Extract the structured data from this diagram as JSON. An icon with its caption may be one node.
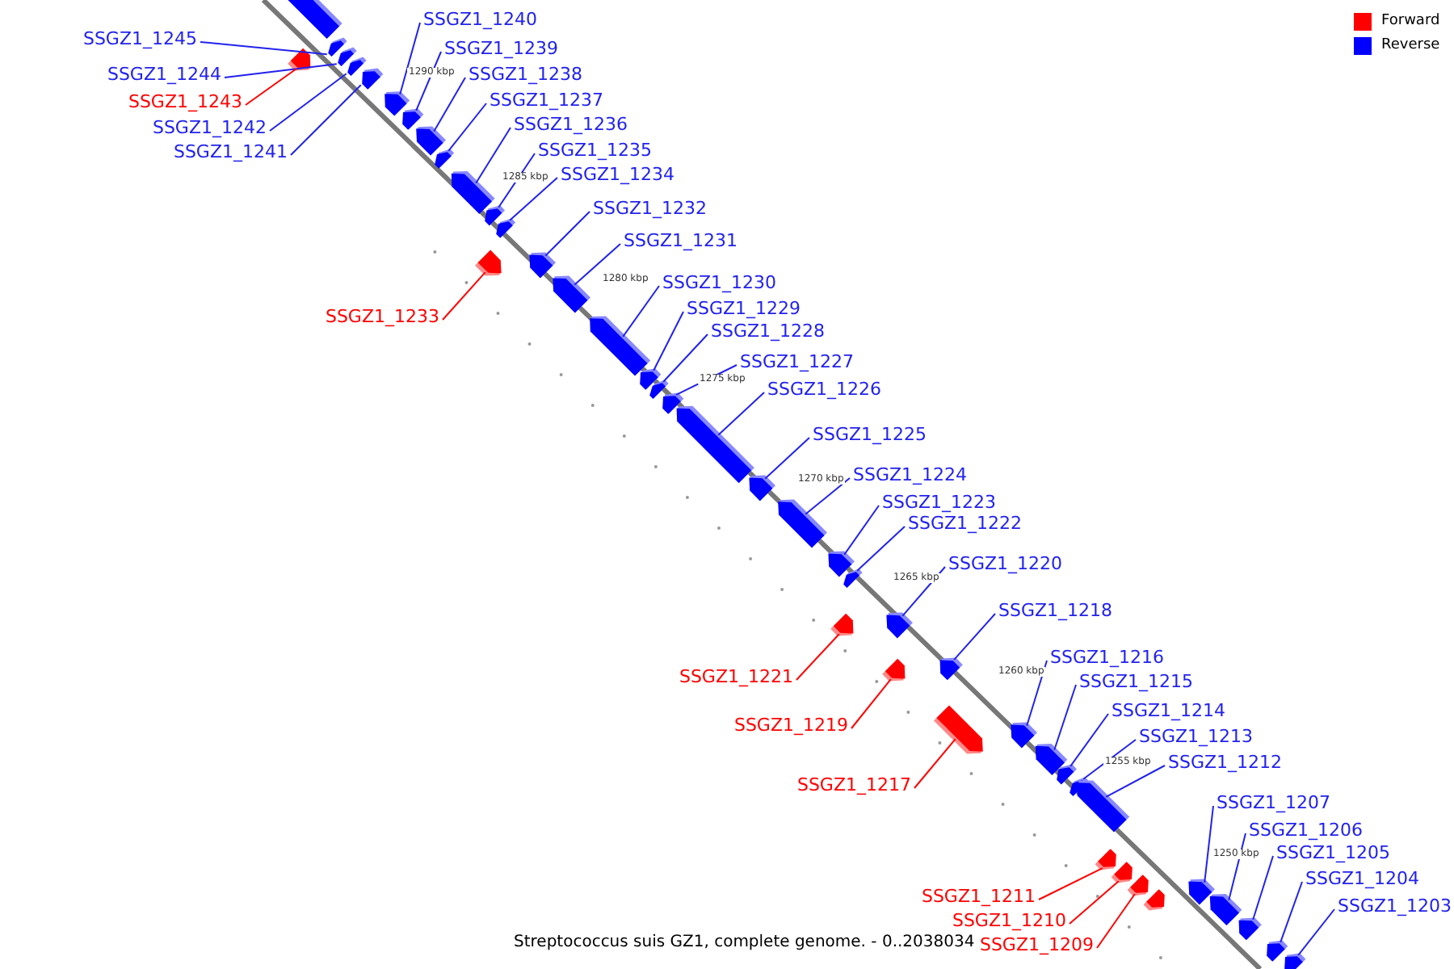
{
  "diagram": {
    "caption": "Streptococcus suis GZ1, complete genome. - 0..2038034",
    "nodes": [
      {
        "text": [
          "SSGZ1_1240"
        ]
      },
      {
        "text": [
          "SSGZ1_1245"
        ]
      },
      {
        "text": [
          "SSGZ1_1239"
        ]
      },
      {
        "text": [
          "SSGZ1_1244"
        ]
      },
      {
        "text": [
          "SSGZ1_1238"
        ]
      },
      {
        "text": [
          "SSGZ1_1237"
        ]
      },
      {
        "text": [
          "SSGZ1_1243"
        ]
      },
      {
        "text": [
          "SSGZ1_1236"
        ]
      },
      {
        "text": [
          "SSGZ1_1242"
        ]
      },
      {
        "text": [
          "SSGZ1_1235"
        ]
      },
      {
        "text": [
          "SSGZ1_1241"
        ]
      },
      {
        "text": [
          "SSGZ1_1234"
        ]
      },
      {
        "text": [
          "SSGZ1_1232"
        ]
      },
      {
        "text": [
          "SSGZ1_1231"
        ]
      },
      {
        "text": [
          "SSGZ1_1230"
        ]
      },
      {
        "text": [
          "SSGZ1_1229"
        ]
      },
      {
        "text": [
          "SSGZ1_1233"
        ]
      },
      {
        "text": [
          "SSGZ1_1228"
        ]
      },
      {
        "text": [
          "SSGZ1_1227"
        ]
      },
      {
        "text": [
          "SSGZ1_1226"
        ]
      },
      {
        "text": [
          "SSGZ1_1225"
        ]
      },
      {
        "text": [
          "SSGZ1_1224"
        ]
      },
      {
        "text": [
          "SSGZ1_1223"
        ]
      },
      {
        "text": [
          "SSGZ1_1222"
        ]
      },
      {
        "text": [
          "SSGZ1_1220"
        ]
      },
      {
        "text": [
          "SSGZ1_1218"
        ]
      },
      {
        "text": [
          "SSGZ1_1216"
        ]
      },
      {
        "text": [
          "SSGZ1_1221"
        ]
      },
      {
        "text": [
          "SSGZ1_1215"
        ]
      },
      {
        "text": [
          "SSGZ1_1214"
        ]
      },
      {
        "text": [
          "SSGZ1_1219"
        ]
      },
      {
        "text": [
          "SSGZ1_1213"
        ]
      },
      {
        "text": [
          "SSGZ1_1212"
        ]
      },
      {
        "text": [
          "SSGZ1_1217"
        ]
      },
      {
        "text": [
          "SSGZ1_1207"
        ]
      },
      {
        "text": [
          "SSGZ1_1206"
        ]
      },
      {
        "text": [
          "SSGZ1_1205"
        ]
      },
      {
        "text": [
          "SSGZ1_1204"
        ]
      },
      {
        "text": [
          "SSGZ1_1211"
        ]
      },
      {
        "text": [
          "SSGZ1_1203"
        ]
      },
      {
        "text": [
          "SSGZ1_1210"
        ]
      },
      {
        "text": [
          "SSGZ1_1209"
        ]
      },
      {
        "text": [],
        "shape": "arrow"
      },
      {
        "text": [],
        "shape": "arrow"
      },
      {
        "text": [],
        "shape": "arrow"
      },
      {
        "text": [],
        "shape": "arrow"
      },
      {
        "text": [],
        "shape": "arrow"
      },
      {
        "text": [],
        "shape": "arrow"
      },
      {
        "text": [],
        "shape": "arrow"
      },
      {
        "text": [],
        "shape": "arrow"
      },
      {
        "text": [],
        "shape": "arrow"
      },
      {
        "text": [],
        "shape": "arrow"
      },
      {
        "text": [],
        "shape": "arrow"
      },
      {
        "text": [],
        "shape": "arrow"
      },
      {
        "text": [],
        "shape": "arrow"
      },
      {
        "text": [],
        "shape": "arrow"
      },
      {
        "text": [],
        "shape": "arrow"
      },
      {
        "text": [],
        "shape": "arrow"
      },
      {
        "text": [],
        "shape": "arrow"
      },
      {
        "text": [],
        "shape": "arrow"
      },
      {
        "text": [],
        "shape": "arrow"
      },
      {
        "text": [],
        "shape": "arrow"
      },
      {
        "text": [],
        "shape": "arrow"
      },
      {
        "text": [],
        "shape": "arrow"
      },
      {
        "text": [],
        "shape": "arrow"
      },
      {
        "text": [],
        "shape": "arrow"
      },
      {
        "text": [],
        "shape": "arrow"
      },
      {
        "text": [],
        "shape": "arrow"
      },
      {
        "text": [],
        "shape": "arrow"
      },
      {
        "text": [],
        "shape": "arrow"
      },
      {
        "text": [],
        "shape": "arrow"
      },
      {
        "text": [],
        "shape": "arrow"
      },
      {
        "text": [],
        "shape": "arrow"
      },
      {
        "text": [],
        "shape": "arrow"
      },
      {
        "text": [],
        "shape": "arrow"
      },
      {
        "text": [],
        "shape": "arrow"
      },
      {
        "text": [],
        "shape": "arrow"
      },
      {
        "text": [],
        "shape": "arrow"
      },
      {
        "text": [],
        "shape": "arrow"
      },
      {
        "text": [],
        "shape": "arrow"
      },
      {
        "text": [],
        "shape": "arrow"
      },
      {
        "text": [],
        "shape": "arrow"
      },
      {
        "text": [],
        "shape": "arrow"
      },
      {
        "text": [],
        "shape": "arrow"
      },
      {
        "text": [],
        "shape": "arrow"
      },
      {
        "text": [],
        "shape": "arrow"
      }
    ],
    "edges": [
      {
        "from": 0,
        "to": 48,
        "arrow": "none"
      },
      {
        "from": 1,
        "to": 43,
        "arrow": "none"
      },
      {
        "from": 2,
        "to": 49,
        "arrow": "none"
      },
      {
        "from": 3,
        "to": 44,
        "arrow": "none"
      },
      {
        "from": 4,
        "to": 50,
        "arrow": "none"
      },
      {
        "from": 5,
        "to": 51,
        "arrow": "none"
      },
      {
        "from": 6,
        "to": 45,
        "arrow": "none",
        "color": "#ff0000"
      },
      {
        "from": 7,
        "to": 52,
        "arrow": "none"
      },
      {
        "from": 8,
        "to": 46,
        "arrow": "none"
      },
      {
        "from": 9,
        "to": 53,
        "arrow": "none"
      },
      {
        "from": 10,
        "to": 47,
        "arrow": "none"
      },
      {
        "from": 11,
        "to": 54,
        "arrow": "none"
      },
      {
        "from": 12,
        "to": 56,
        "arrow": "none"
      },
      {
        "from": 13,
        "to": 57,
        "arrow": "none"
      },
      {
        "from": 14,
        "to": 58,
        "arrow": "none"
      },
      {
        "from": 15,
        "to": 59,
        "arrow": "none"
      },
      {
        "from": 16,
        "to": 55,
        "arrow": "none",
        "color": "#ff0000"
      },
      {
        "from": 17,
        "to": 60,
        "arrow": "none"
      },
      {
        "from": 18,
        "to": 61,
        "arrow": "none"
      },
      {
        "from": 19,
        "to": 62,
        "arrow": "none"
      },
      {
        "from": 20,
        "to": 63,
        "arrow": "none"
      },
      {
        "from": 21,
        "to": 64,
        "arrow": "none"
      },
      {
        "from": 22,
        "to": 65,
        "arrow": "none"
      },
      {
        "from": 23,
        "to": 66,
        "arrow": "none"
      },
      {
        "from": 24,
        "to": 68,
        "arrow": "none"
      },
      {
        "from": 25,
        "to": 70,
        "arrow": "none"
      },
      {
        "from": 26,
        "to": 72,
        "arrow": "none"
      },
      {
        "from": 27,
        "to": 67,
        "arrow": "none",
        "color": "#ff0000"
      },
      {
        "from": 28,
        "to": 73,
        "arrow": "none"
      },
      {
        "from": 29,
        "to": 74,
        "arrow": "none"
      },
      {
        "from": 30,
        "to": 69,
        "arrow": "none",
        "color": "#ff0000"
      },
      {
        "from": 31,
        "to": 75,
        "arrow": "none"
      },
      {
        "from": 32,
        "to": 76,
        "arrow": "none"
      },
      {
        "from": 33,
        "to": 71,
        "arrow": "none",
        "color": "#ff0000"
      },
      {
        "from": 34,
        "to": 81,
        "arrow": "none"
      },
      {
        "from": 35,
        "to": 82,
        "arrow": "none"
      },
      {
        "from": 36,
        "to": 83,
        "arrow": "none"
      },
      {
        "from": 37,
        "to": 84,
        "arrow": "none"
      },
      {
        "from": 38,
        "to": 77,
        "arrow": "none",
        "color": "#ff0000"
      },
      {
        "from": 39,
        "to": 85,
        "arrow": "none"
      },
      {
        "from": 40,
        "to": 78,
        "arrow": "none",
        "color": "#ff0000"
      },
      {
        "from": 41,
        "to": 79,
        "arrow": "none",
        "color": "#ff0000"
      }
    ],
    "labels": [
      "1290 kbp",
      "1285 kbp",
      "1280 kbp",
      "1275 kbp",
      "1270 kbp",
      "1265 kbp",
      "1260 kbp",
      "1255 kbp",
      "1250 kbp"
    ],
    "legend": [
      {
        "text": "Forward",
        "color": "#ff0000"
      },
      {
        "text": "Reverse",
        "color": "#0000ff"
      }
    ]
  }
}
